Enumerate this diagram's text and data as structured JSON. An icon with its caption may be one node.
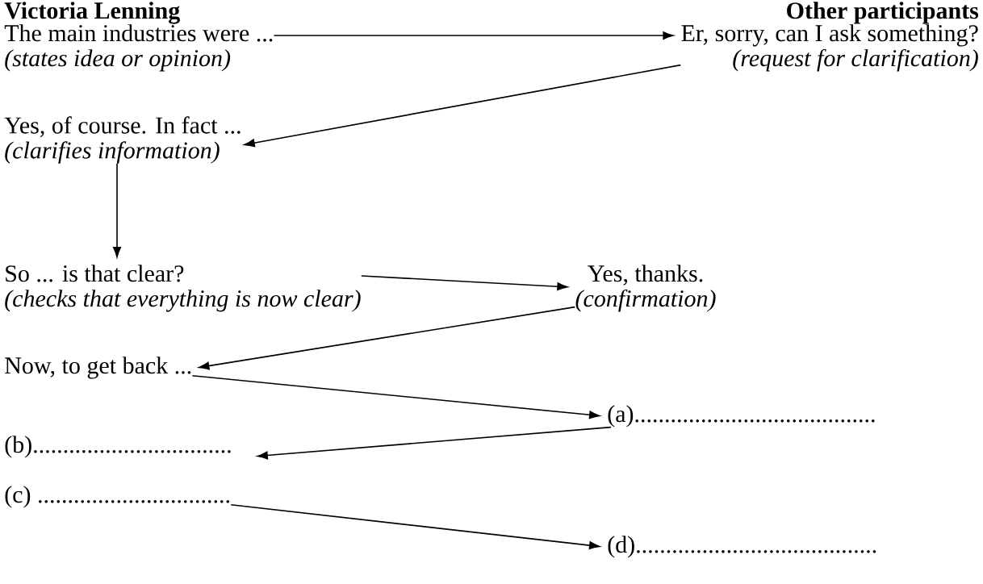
{
  "diagram": {
    "nodes": [
      {
        "text": [
          "The main industries were ...",
          "(states idea or opinion)"
        ]
      },
      {
        "text": [
          "Er, sorry, can I ask something?",
          "(request for clarification)"
        ]
      },
      {
        "text": [
          "Yes, of course. In fact ...",
          "(clarifies information)"
        ]
      },
      {
        "text": [
          "So ... is that clear?",
          "(checks that everything is now clear)"
        ]
      },
      {
        "text": [
          "Yes, thanks.",
          "(confirmation)"
        ]
      },
      {
        "text": [
          "Now, to get back ..."
        ]
      },
      {
        "text": [
          "(a)........................................"
        ]
      },
      {
        "text": [
          "(b)................................."
        ]
      },
      {
        "text": [
          "(c) ................................"
        ]
      },
      {
        "text": [
          "(d)........................................"
        ]
      }
    ],
    "edges": [
      {
        "from": 0,
        "to": 1,
        "arrow": "to"
      },
      {
        "from": 1,
        "to": 2,
        "arrow": "to"
      },
      {
        "from": 2,
        "to": 3,
        "arrow": "to"
      },
      {
        "from": 3,
        "to": 4,
        "arrow": "to"
      },
      {
        "from": 4,
        "to": 5,
        "arrow": "to"
      },
      {
        "from": 5,
        "to": 6,
        "arrow": "to"
      },
      {
        "from": 6,
        "to": 7,
        "arrow": "to"
      },
      {
        "from": 8,
        "to": 9,
        "arrow": "to"
      }
    ],
    "labels": [
      "Victoria Lenning",
      "Other participants"
    ]
  }
}
